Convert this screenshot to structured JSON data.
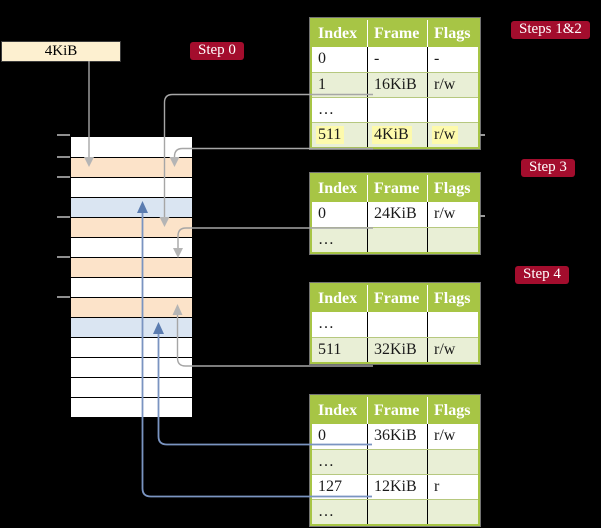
{
  "colors": {
    "background": "#000000",
    "table_header_green": "#a7c545",
    "table_row_green": "#e9efd6",
    "page_table_frame_peach": "#fce3c9",
    "mapped_page_frame_blue": "#dae5f2",
    "highlight_yellow": "#fdfaac",
    "frame_size_box_cream": "#fdf0d0",
    "step_label_red": "#a30d2d",
    "gray_arrow": "#a6a6a6",
    "blue_arrow": "#7a94c1"
  },
  "frame_size_box": {
    "label": "4KiB"
  },
  "step_labels": {
    "step0": "Step 0",
    "steps12": "Steps 1&2",
    "step3": "Step 3",
    "step4": "Step 4"
  },
  "memory": {
    "cells": [
      "empty",
      "page-table",
      "empty",
      "mapped-page",
      "page-table",
      "empty",
      "page-table",
      "empty",
      "page-table",
      "mapped-page",
      "empty",
      "empty",
      "empty",
      "empty"
    ]
  },
  "tables": [
    {
      "name": "page-table-a",
      "headers": [
        "Index",
        "Frame",
        "Flags"
      ],
      "rows": [
        {
          "cells": [
            "0",
            "-",
            "-"
          ]
        },
        {
          "cells": [
            "1",
            "16KiB",
            "r/w"
          ]
        },
        {
          "cells": [
            "…",
            "",
            ""
          ]
        },
        {
          "cells": [
            "511",
            "4KiB",
            "r/w"
          ],
          "highlight": true
        }
      ]
    },
    {
      "name": "page-table-b",
      "headers": [
        "Index",
        "Frame",
        "Flags"
      ],
      "rows": [
        {
          "cells": [
            "0",
            "24KiB",
            "r/w"
          ]
        },
        {
          "cells": [
            "…",
            "",
            ""
          ]
        }
      ]
    },
    {
      "name": "page-table-c",
      "headers": [
        "Index",
        "Frame",
        "Flags"
      ],
      "rows": [
        {
          "cells": [
            "…",
            "",
            ""
          ]
        },
        {
          "cells": [
            "511",
            "32KiB",
            "r/w"
          ]
        }
      ]
    },
    {
      "name": "page-table-d",
      "headers": [
        "Index",
        "Frame",
        "Flags"
      ],
      "rows": [
        {
          "cells": [
            "0",
            "36KiB",
            "r/w"
          ]
        },
        {
          "cells": [
            "…",
            "",
            ""
          ]
        },
        {
          "cells": [
            "127",
            "12KiB",
            "r"
          ]
        },
        {
          "cells": [
            "…",
            "",
            ""
          ]
        }
      ]
    }
  ],
  "connectors": [
    {
      "from": "frame-size-box",
      "to": "memory-cell-2",
      "color": "gray"
    },
    {
      "from": "table-a-row-1-frame-16KiB",
      "to": "memory-cell-5",
      "color": "gray"
    },
    {
      "from": "table-a-row-511-frame-4KiB",
      "to": "memory-cell-2",
      "color": "gray"
    },
    {
      "from": "table-b-row-0-frame-24KiB",
      "to": "memory-cell-7",
      "color": "gray"
    },
    {
      "from": "table-c-row-511-frame-32KiB",
      "to": "memory-cell-9",
      "color": "gray"
    },
    {
      "from": "table-d-row-0-frame-36KiB",
      "to": "memory-cell-10",
      "color": "blue"
    },
    {
      "from": "table-d-row-127-frame-12KiB",
      "to": "memory-cell-4",
      "color": "blue"
    }
  ]
}
